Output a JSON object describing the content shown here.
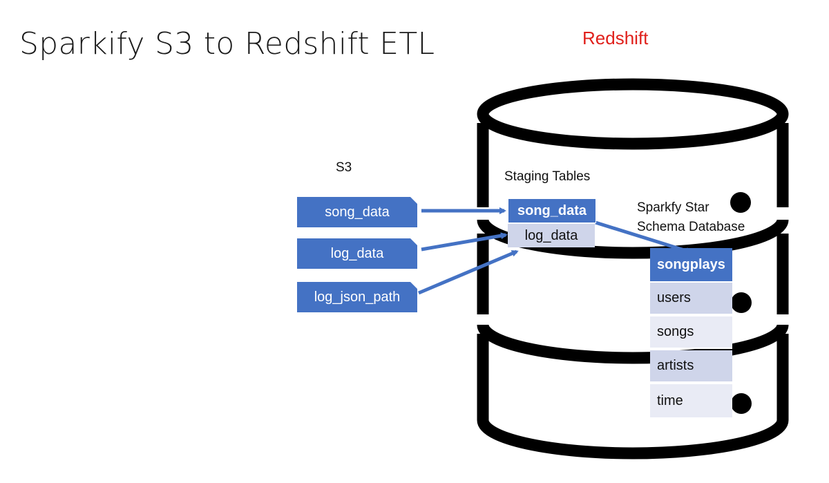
{
  "title": "Sparkify S3 to Redshift ETL",
  "redshift_label": "Redshift",
  "s3": {
    "label": "S3",
    "sources": [
      "song_data",
      "log_data",
      "log_json_path"
    ]
  },
  "staging": {
    "label": "Staging Tables",
    "tables": [
      "song_data",
      "log_data"
    ]
  },
  "star_schema": {
    "label_line1": "Sparkfy Star",
    "label_line2": "Schema Database",
    "fact_table": "songplays",
    "dimension_tables": [
      "users",
      "songs",
      "artists",
      "time"
    ]
  },
  "colors": {
    "box_blue": "#4472c4",
    "row_dark": "#cfd5ea",
    "row_light": "#e9ebf5",
    "redshift_red": "#e0201b"
  }
}
